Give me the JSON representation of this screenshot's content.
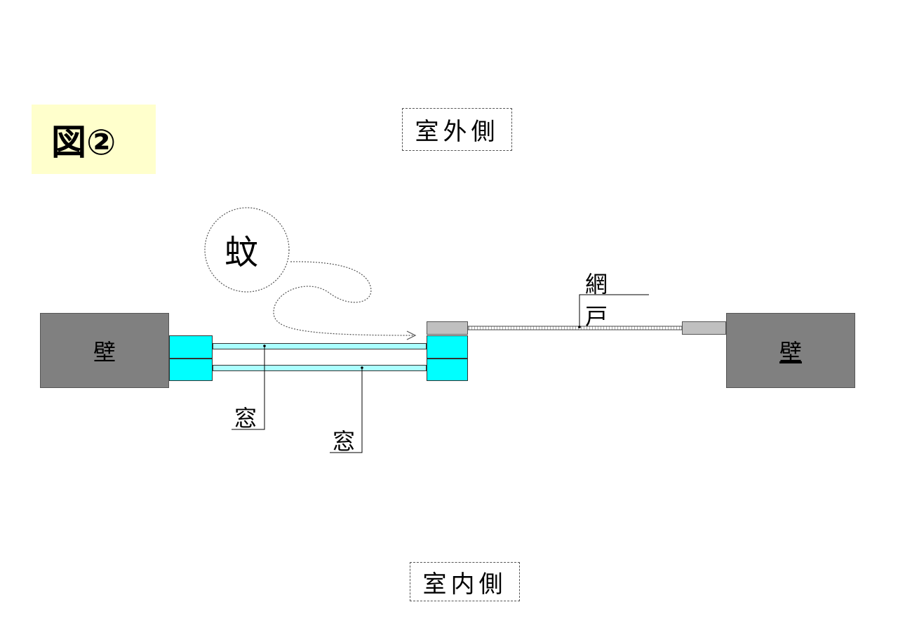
{
  "figure": {
    "title": "図②"
  },
  "labels": {
    "outside": "室外側",
    "inside": "室内側",
    "mosquito": "蚊",
    "screen_door": "網戸",
    "window_1": "窓",
    "window_2": "窓",
    "wall_left": "壁",
    "wall_right": "壁"
  },
  "colors": {
    "wall": "#808080",
    "window_frame": "#00ffff",
    "window_pane": "#aaffff",
    "screen_frame": "#c0c0c0",
    "title_background": "#ffffcc"
  }
}
